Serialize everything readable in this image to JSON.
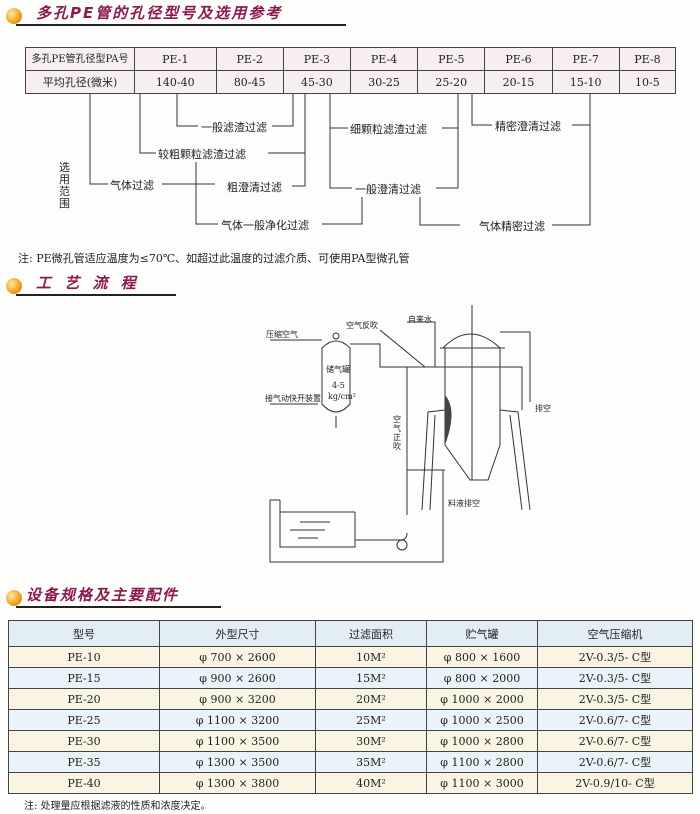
{
  "section1": {
    "title": "多孔PE管的孔径型号及选用参考"
  },
  "pore_table": {
    "row_headers": [
      "多孔PE管孔径型PA号",
      "平均孔径(微米)"
    ],
    "models": [
      "PE-1",
      "PE-2",
      "PE-3",
      "PE-4",
      "PE-5",
      "PE-6",
      "PE-7",
      "PE-8"
    ],
    "pore_sizes": [
      "140-40",
      "80-45",
      "45-30",
      "30-25",
      "25-20",
      "20-15",
      "15-10",
      "10-5"
    ]
  },
  "selection": {
    "label": "选用范围",
    "items": [
      "一般滤渣过滤",
      "较粗颗粒滤渣过滤",
      "细颗粒滤渣过滤",
      "精密澄清过滤",
      "气体过滤",
      "粗澄清过滤",
      "一般澄清过滤",
      "气体一般净化过滤",
      "气体精密过滤"
    ]
  },
  "note1": "注: PE微孔管适应温度为≤70℃、如超过此温度的过滤介质、可使用PA型微孔管",
  "section2": {
    "title": "工 艺 流 程"
  },
  "process": {
    "labels": [
      "压缩空气",
      "空气反吹",
      "自来水",
      "储气罐",
      "4-5",
      "kg/cm²",
      "接气动快开装置",
      "空气正吹",
      "排空",
      "料液排空"
    ]
  },
  "section3": {
    "title": "设备规格及主要配件"
  },
  "spec_table": {
    "headers": [
      "型号",
      "外型尺寸",
      "过滤面积",
      "贮气罐",
      "空气压缩机"
    ],
    "rows": [
      [
        "PE-10",
        "φ 700 × 2600",
        "10M²",
        "φ 800 × 1600",
        "2V-0.3/5- C型"
      ],
      [
        "PE-15",
        "φ 900 × 2600",
        "15M²",
        "φ 800 × 2000",
        "2V-0.3/5- C型"
      ],
      [
        "PE-20",
        "φ 900 × 3200",
        "20M²",
        "φ 1000 × 2000",
        "2V-0.3/5- C型"
      ],
      [
        "PE-25",
        "φ 1100 × 3200",
        "25M²",
        "φ 1000 × 2500",
        "2V-0.6/7- C型"
      ],
      [
        "PE-30",
        "φ 1100 × 3500",
        "30M²",
        "φ 1000 × 2800",
        "2V-0.6/7- C型"
      ],
      [
        "PE-35",
        "φ 1300 × 3500",
        "35M²",
        "φ 1100 × 2800",
        "2V-0.6/7- C型"
      ],
      [
        "PE-40",
        "φ 1300 × 3800",
        "40M²",
        "φ 1100 × 3000",
        "2V-0.9/10- C型"
      ]
    ]
  },
  "note2": "注: 处理量应根据滤液的性质和浓度决定。"
}
